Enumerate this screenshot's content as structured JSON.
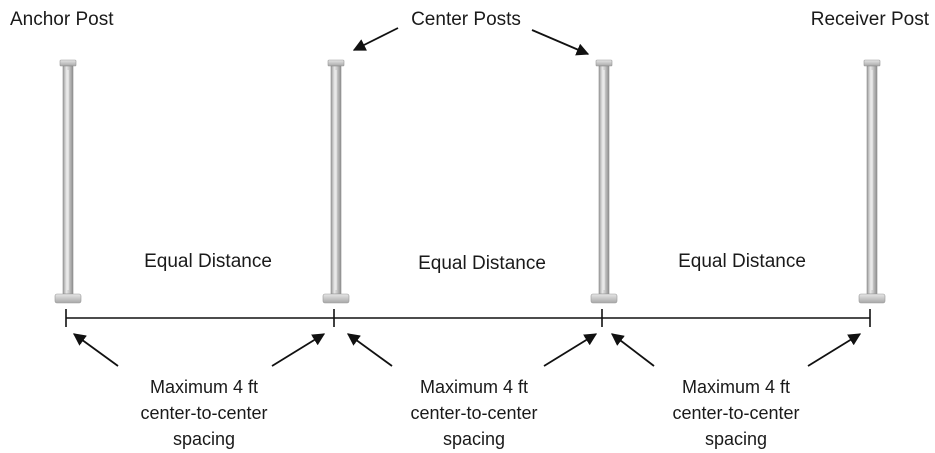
{
  "labels": {
    "anchor_post": "Anchor Post",
    "center_posts": "Center Posts",
    "receiver_post": "Receiver Post",
    "equal_distance": [
      "Equal Distance",
      "Equal Distance",
      "Equal Distance"
    ],
    "spacing_note": {
      "line1": "Maximum 4 ft",
      "line2": "center-to-center",
      "line3": "spacing"
    }
  },
  "colors": {
    "post_light": "#e4e4e4",
    "post_mid": "#b9b9b9",
    "post_dark": "#8a8a8a",
    "line": "#111111"
  }
}
